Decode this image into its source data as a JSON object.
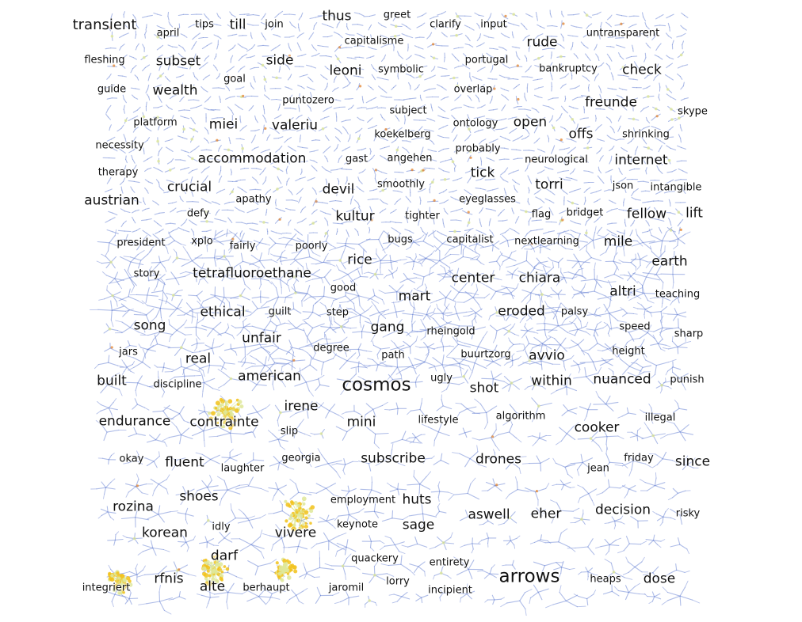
{
  "colors": {
    "edge": "#6e86d6",
    "node_high": "#f2c21b",
    "node_mid": "#dfe89a",
    "node_low": "#b9c5ee",
    "accent": "#e07a20",
    "label": "#111111"
  },
  "labels": [
    {
      "text": "transient",
      "size": "large"
    },
    {
      "text": "april",
      "size": "small"
    },
    {
      "text": "tips",
      "size": "small"
    },
    {
      "text": "till",
      "size": "medium"
    },
    {
      "text": "join",
      "size": "small"
    },
    {
      "text": "thus",
      "size": "medium"
    },
    {
      "text": "greet",
      "size": "small"
    },
    {
      "text": "clarify",
      "size": "small"
    },
    {
      "text": "input",
      "size": "small"
    },
    {
      "text": "capitalisme",
      "size": "small"
    },
    {
      "text": "rude",
      "size": "medium"
    },
    {
      "text": "untransparent",
      "size": "small"
    },
    {
      "text": "fleshing",
      "size": "small"
    },
    {
      "text": "subset",
      "size": "medium"
    },
    {
      "text": "side",
      "size": "medium"
    },
    {
      "text": "portugal",
      "size": "small"
    },
    {
      "text": "goal",
      "size": "small"
    },
    {
      "text": "leoni",
      "size": "medium"
    },
    {
      "text": "symbolic",
      "size": "small"
    },
    {
      "text": "bankruptcy",
      "size": "small"
    },
    {
      "text": "check",
      "size": "medium"
    },
    {
      "text": "guide",
      "size": "small"
    },
    {
      "text": "wealth",
      "size": "medium"
    },
    {
      "text": "overlap",
      "size": "small"
    },
    {
      "text": "puntozero",
      "size": "small"
    },
    {
      "text": "freunde",
      "size": "medium"
    },
    {
      "text": "subject",
      "size": "small"
    },
    {
      "text": "skype",
      "size": "small"
    },
    {
      "text": "platform",
      "size": "small"
    },
    {
      "text": "miei",
      "size": "medium"
    },
    {
      "text": "valeriu",
      "size": "medium"
    },
    {
      "text": "ontology",
      "size": "small"
    },
    {
      "text": "open",
      "size": "medium"
    },
    {
      "text": "koekelberg",
      "size": "small"
    },
    {
      "text": "offs",
      "size": "medium"
    },
    {
      "text": "shrinking",
      "size": "small"
    },
    {
      "text": "necessity",
      "size": "small"
    },
    {
      "text": "probably",
      "size": "small"
    },
    {
      "text": "accommodation",
      "size": "medium"
    },
    {
      "text": "gast",
      "size": "small"
    },
    {
      "text": "angehen",
      "size": "small"
    },
    {
      "text": "neurological",
      "size": "small"
    },
    {
      "text": "internet",
      "size": "medium"
    },
    {
      "text": "therapy",
      "size": "small"
    },
    {
      "text": "tick",
      "size": "medium"
    },
    {
      "text": "crucial",
      "size": "medium"
    },
    {
      "text": "smoothly",
      "size": "small"
    },
    {
      "text": "torri",
      "size": "medium"
    },
    {
      "text": "json",
      "size": "small"
    },
    {
      "text": "intangible",
      "size": "small"
    },
    {
      "text": "devil",
      "size": "medium"
    },
    {
      "text": "austrian",
      "size": "medium"
    },
    {
      "text": "apathy",
      "size": "small"
    },
    {
      "text": "eyeglasses",
      "size": "small"
    },
    {
      "text": "defy",
      "size": "small"
    },
    {
      "text": "kultur",
      "size": "medium"
    },
    {
      "text": "tighter",
      "size": "small"
    },
    {
      "text": "flag",
      "size": "small"
    },
    {
      "text": "bridget",
      "size": "small"
    },
    {
      "text": "fellow",
      "size": "medium"
    },
    {
      "text": "lift",
      "size": "medium"
    },
    {
      "text": "president",
      "size": "small"
    },
    {
      "text": "xplo",
      "size": "small"
    },
    {
      "text": "fairly",
      "size": "small"
    },
    {
      "text": "poorly",
      "size": "small"
    },
    {
      "text": "bugs",
      "size": "small"
    },
    {
      "text": "capitalist",
      "size": "small"
    },
    {
      "text": "nextlearning",
      "size": "small"
    },
    {
      "text": "mile",
      "size": "medium"
    },
    {
      "text": "rice",
      "size": "medium"
    },
    {
      "text": "earth",
      "size": "medium"
    },
    {
      "text": "story",
      "size": "small"
    },
    {
      "text": "tetrafluoroethane",
      "size": "medium"
    },
    {
      "text": "center",
      "size": "medium"
    },
    {
      "text": "chiara",
      "size": "medium"
    },
    {
      "text": "good",
      "size": "small"
    },
    {
      "text": "mart",
      "size": "medium"
    },
    {
      "text": "altri",
      "size": "medium"
    },
    {
      "text": "teaching",
      "size": "small"
    },
    {
      "text": "ethical",
      "size": "medium"
    },
    {
      "text": "guilt",
      "size": "small"
    },
    {
      "text": "step",
      "size": "small"
    },
    {
      "text": "eroded",
      "size": "medium"
    },
    {
      "text": "palsy",
      "size": "small"
    },
    {
      "text": "song",
      "size": "medium"
    },
    {
      "text": "gang",
      "size": "medium"
    },
    {
      "text": "rheingold",
      "size": "small"
    },
    {
      "text": "speed",
      "size": "small"
    },
    {
      "text": "sharp",
      "size": "small"
    },
    {
      "text": "unfair",
      "size": "medium"
    },
    {
      "text": "degree",
      "size": "small"
    },
    {
      "text": "jars",
      "size": "small"
    },
    {
      "text": "real",
      "size": "medium"
    },
    {
      "text": "path",
      "size": "small"
    },
    {
      "text": "buurtzorg",
      "size": "small"
    },
    {
      "text": "avvio",
      "size": "medium"
    },
    {
      "text": "height",
      "size": "small"
    },
    {
      "text": "american",
      "size": "medium"
    },
    {
      "text": "built",
      "size": "medium"
    },
    {
      "text": "discipline",
      "size": "small"
    },
    {
      "text": "cosmos",
      "size": "xlarge"
    },
    {
      "text": "ugly",
      "size": "small"
    },
    {
      "text": "shot",
      "size": "medium"
    },
    {
      "text": "within",
      "size": "medium"
    },
    {
      "text": "nuanced",
      "size": "medium"
    },
    {
      "text": "punish",
      "size": "small"
    },
    {
      "text": "irene",
      "size": "medium"
    },
    {
      "text": "endurance",
      "size": "medium"
    },
    {
      "text": "contrainte",
      "size": "medium"
    },
    {
      "text": "mini",
      "size": "medium"
    },
    {
      "text": "lifestyle",
      "size": "small"
    },
    {
      "text": "algorithm",
      "size": "small"
    },
    {
      "text": "illegal",
      "size": "small"
    },
    {
      "text": "slip",
      "size": "small"
    },
    {
      "text": "cooker",
      "size": "medium"
    },
    {
      "text": "okay",
      "size": "small"
    },
    {
      "text": "fluent",
      "size": "medium"
    },
    {
      "text": "georgia",
      "size": "small"
    },
    {
      "text": "subscribe",
      "size": "medium"
    },
    {
      "text": "drones",
      "size": "medium"
    },
    {
      "text": "friday",
      "size": "small"
    },
    {
      "text": "since",
      "size": "medium"
    },
    {
      "text": "laughter",
      "size": "small"
    },
    {
      "text": "jean",
      "size": "small"
    },
    {
      "text": "shoes",
      "size": "medium"
    },
    {
      "text": "employment",
      "size": "small"
    },
    {
      "text": "huts",
      "size": "medium"
    },
    {
      "text": "rozina",
      "size": "medium"
    },
    {
      "text": "decision",
      "size": "medium"
    },
    {
      "text": "aswell",
      "size": "medium"
    },
    {
      "text": "eher",
      "size": "medium"
    },
    {
      "text": "risky",
      "size": "small"
    },
    {
      "text": "keynote",
      "size": "small"
    },
    {
      "text": "sage",
      "size": "medium"
    },
    {
      "text": "idly",
      "size": "small"
    },
    {
      "text": "korean",
      "size": "medium"
    },
    {
      "text": "vivere",
      "size": "medium"
    },
    {
      "text": "darf",
      "size": "medium"
    },
    {
      "text": "quackery",
      "size": "small"
    },
    {
      "text": "entirety",
      "size": "small"
    },
    {
      "text": "arrows",
      "size": "xlarge"
    },
    {
      "text": "rfnis",
      "size": "medium"
    },
    {
      "text": "lorry",
      "size": "small"
    },
    {
      "text": "heaps",
      "size": "small"
    },
    {
      "text": "dose",
      "size": "medium"
    },
    {
      "text": "integriert",
      "size": "small"
    },
    {
      "text": "alte",
      "size": "medium"
    },
    {
      "text": "berhaupt",
      "size": "small"
    },
    {
      "text": "jaromil",
      "size": "small"
    },
    {
      "text": "incipient",
      "size": "small"
    }
  ]
}
